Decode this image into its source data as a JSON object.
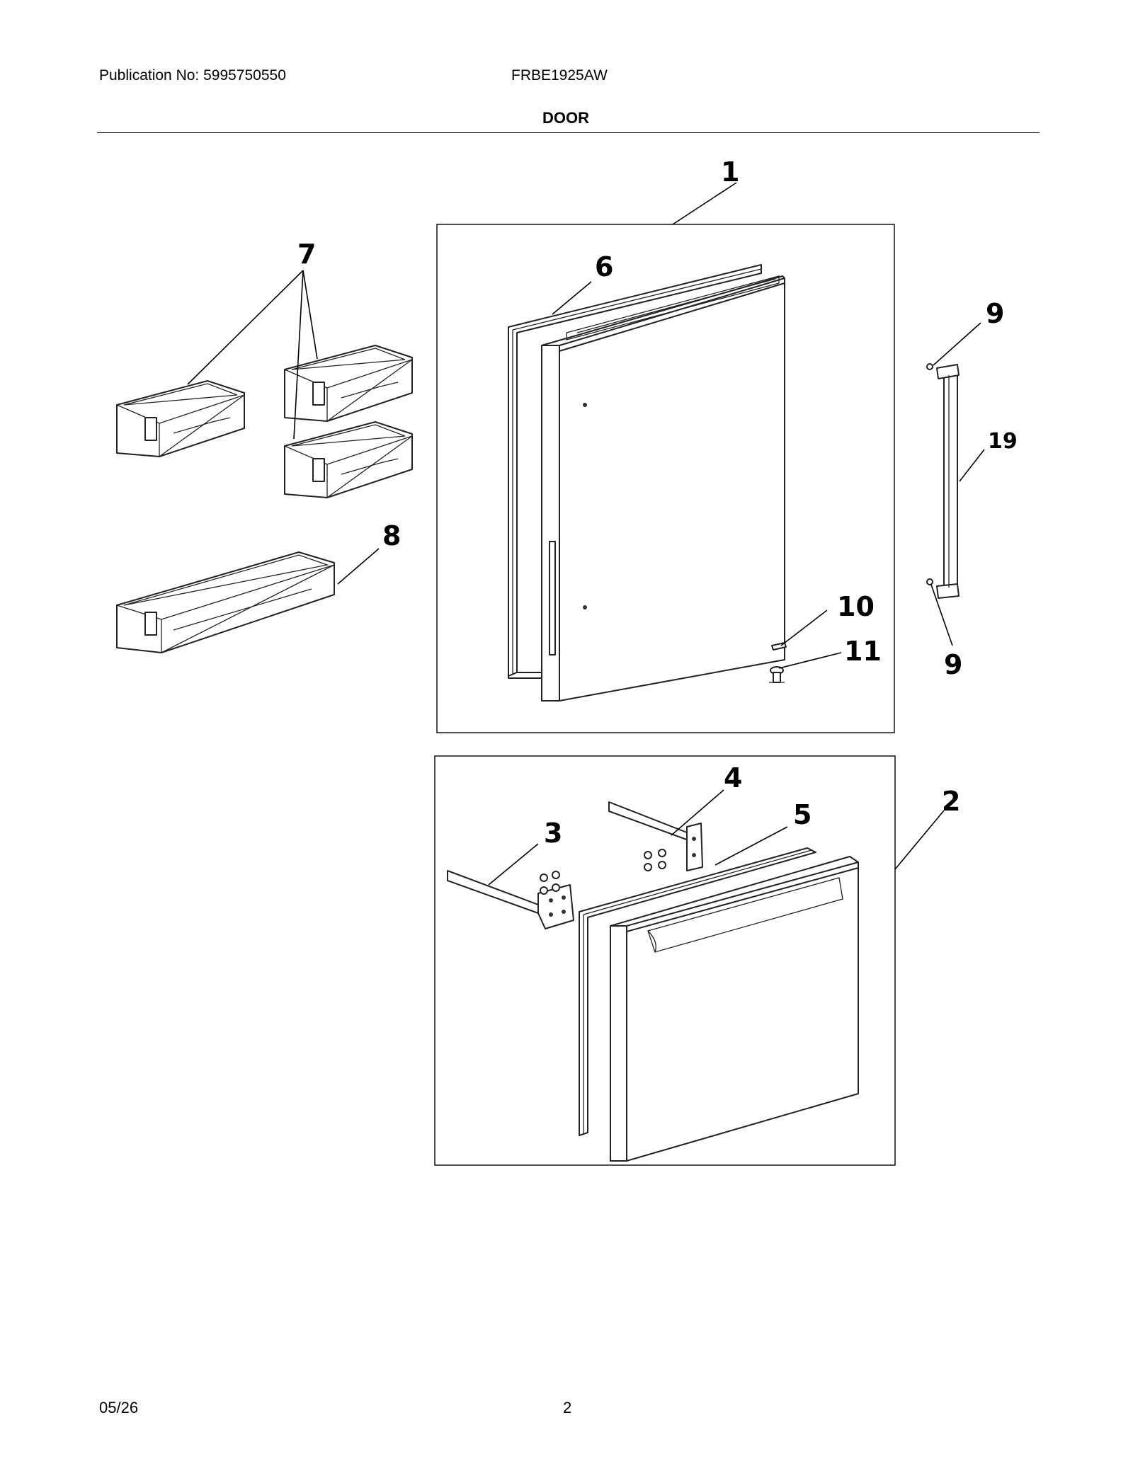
{
  "header": {
    "publication": "Publication No: 5995750550",
    "model": "FRBE1925AW",
    "section": "DOOR"
  },
  "footer": {
    "date": "05/26",
    "page": "2"
  },
  "callouts": {
    "c1": "1",
    "c2": "2",
    "c3": "3",
    "c4": "4",
    "c5": "5",
    "c6": "6",
    "c7": "7",
    "c8": "8",
    "c9a": "9",
    "c9b": "9",
    "c10": "10",
    "c11": "11",
    "c19": "19"
  }
}
